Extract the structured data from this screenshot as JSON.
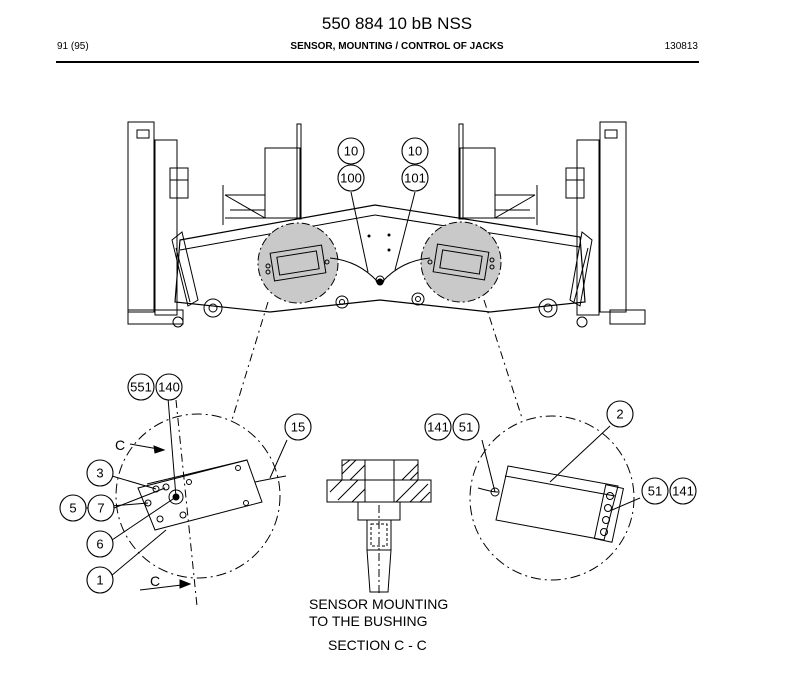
{
  "header": {
    "title": "550 884 10 bB NSS",
    "page": "91 (95)",
    "subject": "SENSOR, MOUNTING / CONTROL OF JACKS",
    "code": "130813"
  },
  "callouts": {
    "c10a": "10",
    "c100": "100",
    "c10b": "10",
    "c101": "101",
    "c551": "551",
    "c140": "140",
    "c15": "15",
    "c3": "3",
    "c5": "5",
    "c7": "7",
    "c6": "6",
    "c1": "1",
    "c141a": "141",
    "c51a": "51",
    "c2": "2",
    "c51b": "51",
    "c141b": "141"
  },
  "section_marks": {
    "upper": "C",
    "lower": "C"
  },
  "captions": {
    "mounting_line1": "SENSOR MOUNTING",
    "mounting_line2": "TO THE BUSHING",
    "section": "SECTION C - C"
  }
}
